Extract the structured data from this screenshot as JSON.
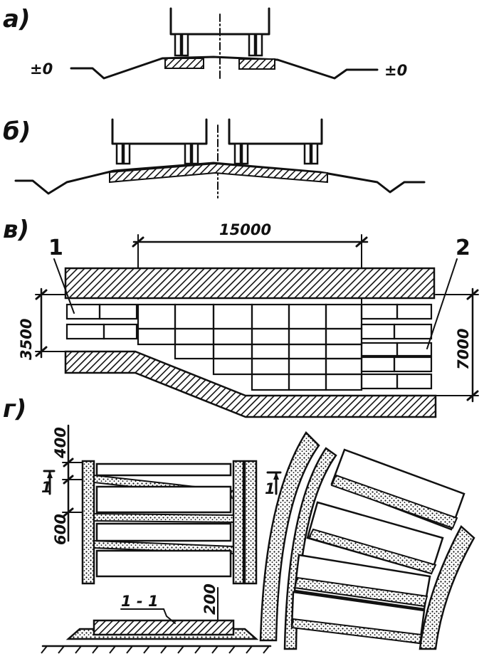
{
  "panels": {
    "a": {
      "label": "а)",
      "level_left": "±0",
      "level_right": "±0"
    },
    "b": {
      "label": "б)"
    },
    "v": {
      "label": "в)",
      "span": "15000",
      "height_left": "3500",
      "height_right": "7000",
      "callout_1": "1",
      "callout_2": "2"
    },
    "g": {
      "label": "г)",
      "dim_400": "400",
      "dim_600": "600",
      "section_mark_left": "1",
      "section_mark_right": "1",
      "section_label": "1 - 1",
      "thickness": "200"
    }
  }
}
